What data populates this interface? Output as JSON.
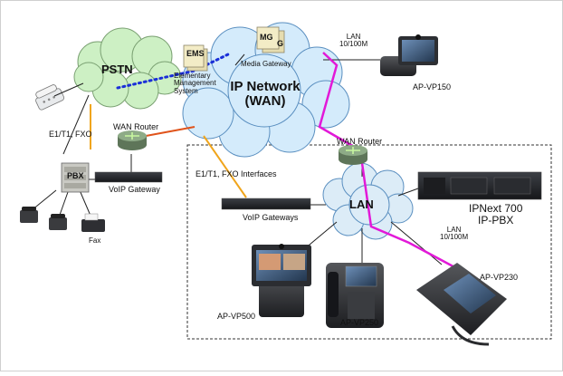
{
  "clouds": {
    "pstn": "PSTN",
    "ip_network_line1": "IP Network",
    "ip_network_line2": "(WAN)",
    "lan": "LAN"
  },
  "ems": {
    "badge": "EMS",
    "desc_line1": "Elementary",
    "desc_line2": "Management",
    "desc_line3": "System"
  },
  "media_gateway": {
    "badge": "MG",
    "badge_back": "G",
    "label": "Media Gateway"
  },
  "links": {
    "lan_top_line1": "LAN",
    "lan_top_line2": "10/100M",
    "lan_right_line1": "LAN",
    "lan_right_line2": "10/100M",
    "e1_fxo": "E1/T1, FXO",
    "e1_fxo_interfaces": "E1/T1, FXO Interfaces"
  },
  "devices": {
    "pbx": "PBX",
    "fax": "Fax",
    "wan_router_left": "WAN Router",
    "wan_router_right": "WAN Router",
    "voip_gateway": "VoIP Gateway",
    "voip_gateways": "VoIP Gateways",
    "ipnext_line1": "IPNext 700",
    "ipnext_line2": "IP-PBX",
    "ap_vp150": "AP-VP150",
    "ap_vp500": "AP-VP500",
    "ap_vp250": "AP-VP250",
    "ap_vp230": "AP-VP230"
  },
  "colors": {
    "cloud_fill": "#d4ebfb",
    "cloud_stroke": "#5a8fc0",
    "pstn_fill": "#cdf0c4",
    "ems_link": "#1a2fd8",
    "wan_link": "#e0531b",
    "fxo_link": "#f0a51c",
    "video_link": "#e219d8",
    "router_fill": "#7f9a79",
    "router_arrow": "#c8f7a0"
  }
}
